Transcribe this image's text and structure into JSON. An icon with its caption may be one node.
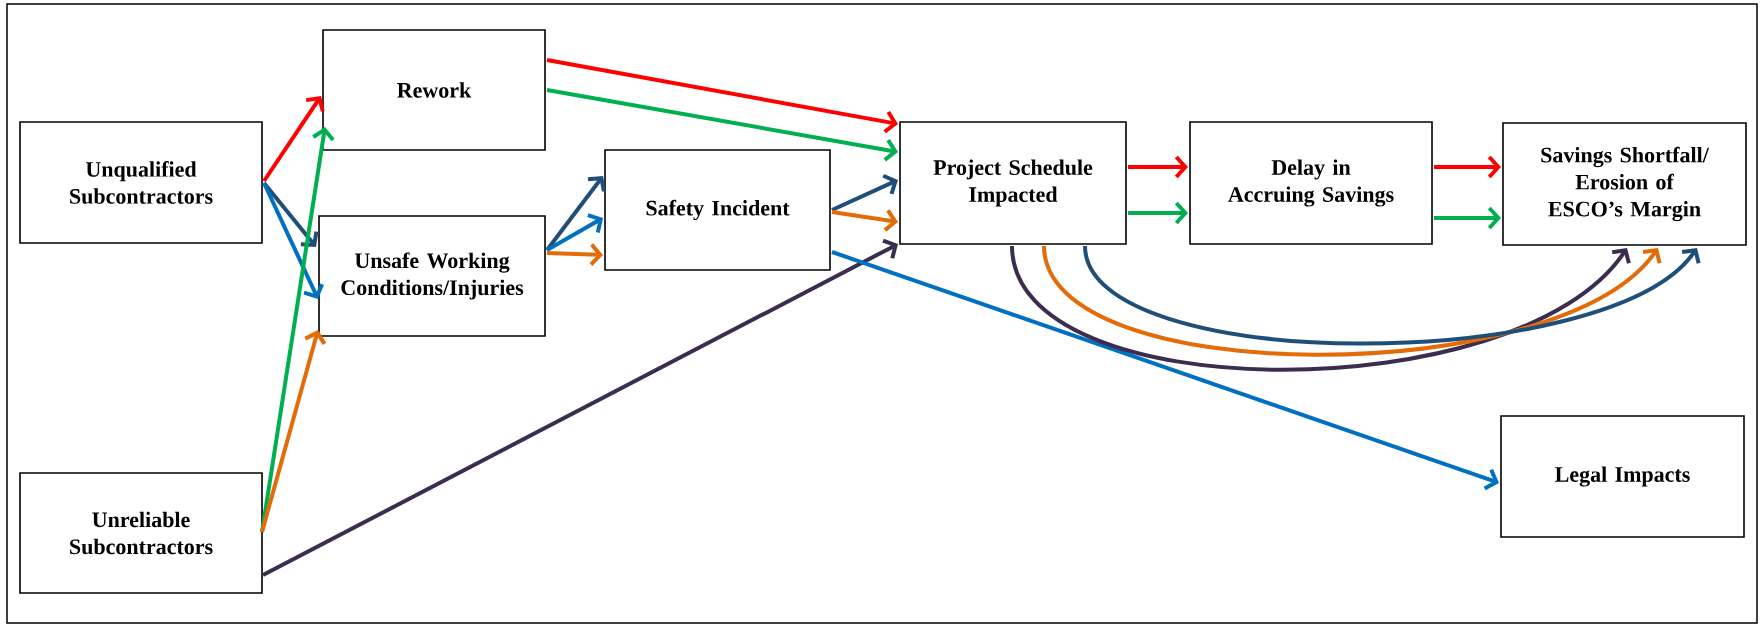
{
  "diagram": {
    "nodes": [
      {
        "text": [
          "Unqualified Subcontractors"
        ]
      },
      {
        "text": [
          "Unreliable Subcontractors"
        ]
      },
      {
        "text": [
          "Rework"
        ]
      },
      {
        "text": [
          "Unsafe Working Conditions/Injuries"
        ]
      },
      {
        "text": [
          "Safety Incident"
        ]
      },
      {
        "text": [
          "Project Schedule Impacted"
        ]
      },
      {
        "text": [
          "Delay in Accruing Savings"
        ]
      },
      {
        "text": [
          "Savings Shortfall/ Erosion of ESCO’s Margin"
        ]
      },
      {
        "text": [
          "Legal Impacts"
        ]
      }
    ],
    "edges": [
      {
        "from": 0,
        "to": 2,
        "arrow": "to",
        "color": "#ff0000"
      },
      {
        "from": 0,
        "to": 3,
        "arrow": "to",
        "color": "#1f4e79"
      },
      {
        "from": 0,
        "to": 3,
        "arrow": "to",
        "color": "#0070c0"
      },
      {
        "from": 1,
        "to": 2,
        "arrow": "to",
        "color": "#00b050"
      },
      {
        "from": 1,
        "to": 3,
        "arrow": "to",
        "color": "#e36c09"
      },
      {
        "from": 1,
        "to": 5,
        "arrow": "to",
        "color": "#3b2d4f"
      },
      {
        "from": 2,
        "to": 5,
        "arrow": "to",
        "color": "#ff0000"
      },
      {
        "from": 2,
        "to": 5,
        "arrow": "to",
        "color": "#00b050"
      },
      {
        "from": 3,
        "to": 4,
        "arrow": "to",
        "color": "#1f4e79"
      },
      {
        "from": 3,
        "to": 4,
        "arrow": "to",
        "color": "#0070c0"
      },
      {
        "from": 3,
        "to": 4,
        "arrow": "to",
        "color": "#e36c09"
      },
      {
        "from": 4,
        "to": 5,
        "arrow": "to",
        "color": "#1f4e79"
      },
      {
        "from": 4,
        "to": 5,
        "arrow": "to",
        "color": "#e36c09"
      },
      {
        "from": 4,
        "to": 8,
        "arrow": "to",
        "color": "#0070c0"
      },
      {
        "from": 5,
        "to": 6,
        "arrow": "to",
        "color": "#ff0000"
      },
      {
        "from": 5,
        "to": 6,
        "arrow": "to",
        "color": "#00b050"
      },
      {
        "from": 6,
        "to": 7,
        "arrow": "to",
        "color": "#ff0000"
      },
      {
        "from": 6,
        "to": 7,
        "arrow": "to",
        "color": "#00b050"
      },
      {
        "from": 5,
        "to": 7,
        "arrow": "to",
        "color": "#3b2d4f"
      },
      {
        "from": 5,
        "to": 7,
        "arrow": "to",
        "color": "#e36c09"
      },
      {
        "from": 5,
        "to": 7,
        "arrow": "to",
        "color": "#1f4e79"
      }
    ]
  }
}
